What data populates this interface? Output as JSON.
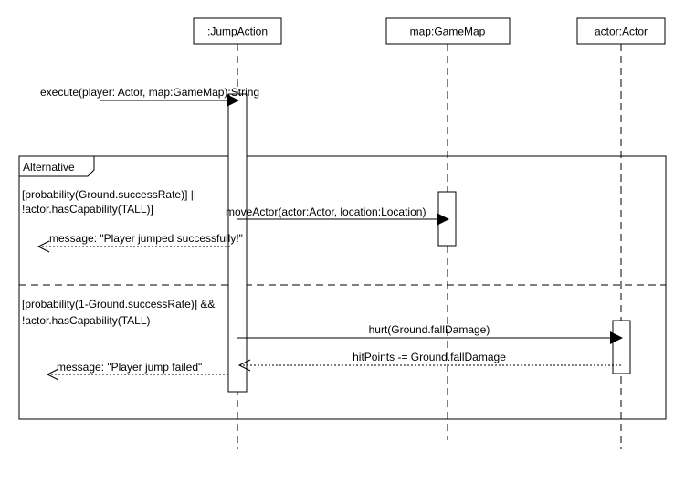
{
  "lifelines": [
    {
      "id": "jumpaction",
      "label": ":JumpAction"
    },
    {
      "id": "gamemap",
      "label": "map:GameMap"
    },
    {
      "id": "actor",
      "label": "actor:Actor"
    }
  ],
  "messages": {
    "execute": "execute(player: Actor, map:GameMap):String",
    "move_actor": "moveActor(actor:Actor, location:Location)",
    "success_return": "message: \"Player jumped successfully!\"",
    "hurt": "hurt(Ground.fallDamage)",
    "hitpoints": "hitPoints -= Ground.fallDamage",
    "failed_return": "message: \"Player jump failed\""
  },
  "fragment": {
    "operator": "Alternative",
    "guard1_line1": "[probability(Ground.successRate)] ||",
    "guard1_line2": "!actor.hasCapability(TALL)]",
    "guard2_line1": "[probability(1-Ground.successRate)] &&",
    "guard2_line2": "!actor.hasCapability(TALL)"
  }
}
